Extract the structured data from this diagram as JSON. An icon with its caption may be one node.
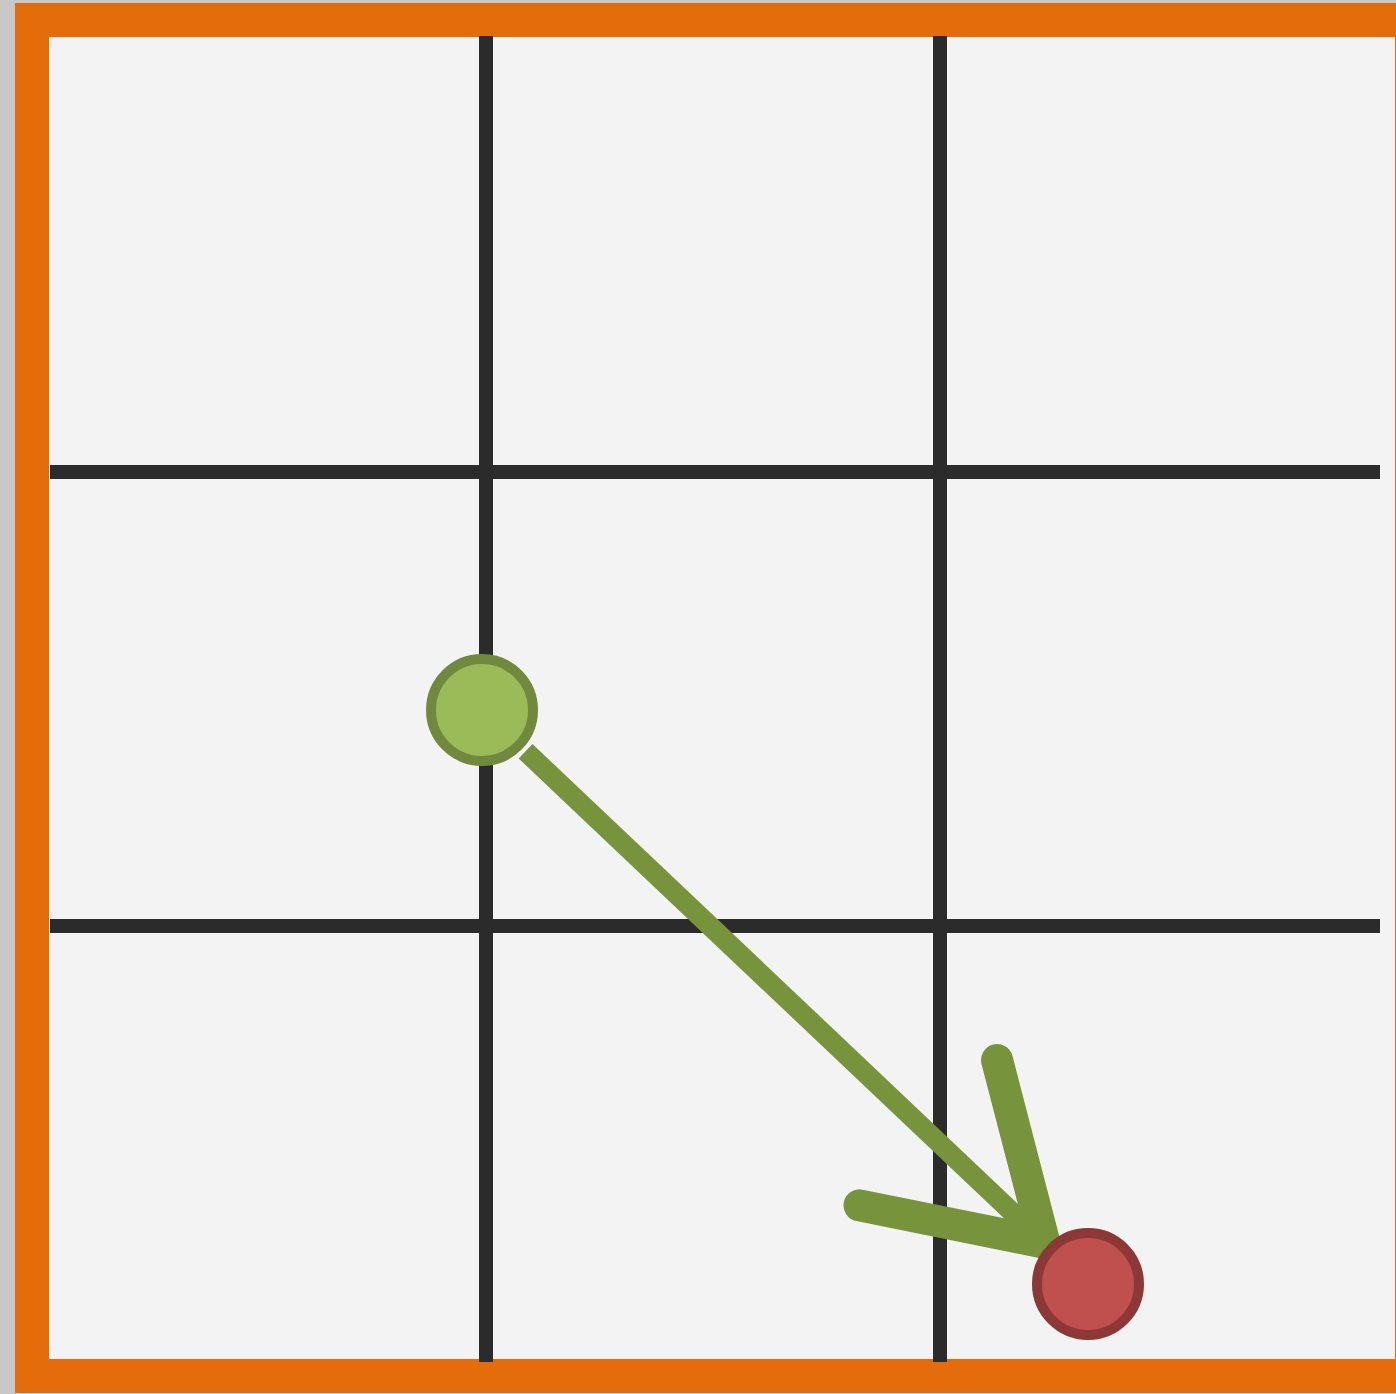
{
  "diagram": {
    "nodes": [
      {
        "text": [],
        "shape": "circle"
      },
      {
        "text": [],
        "shape": "circle"
      }
    ],
    "edges": [
      {
        "from": 0,
        "to": 1,
        "arrow": "to"
      }
    ]
  }
}
